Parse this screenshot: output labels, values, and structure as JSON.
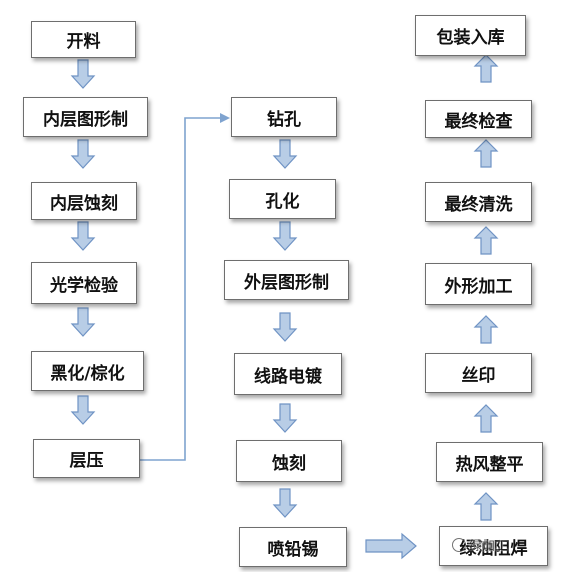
{
  "diagram": {
    "column1": [
      "开料",
      "内层图形制",
      "内层蚀刻",
      "光学检验",
      "黑化/棕化",
      "层压"
    ],
    "column2": [
      "钻孔",
      "孔化",
      "外层图形制",
      "线路电镀",
      "蚀刻",
      "喷铅锡"
    ],
    "column3": [
      "包装入库",
      "最终检查",
      "最终清洗",
      "外形加工",
      "丝印",
      "热风整平",
      "绿油阻焊"
    ],
    "colors": {
      "arrow_fill": "#b8cde6",
      "arrow_stroke": "#6f93c4",
      "connector": "#7fa3cf",
      "box_border": "#6e6e6e"
    }
  },
  "watermark": {
    "text": "绿加工"
  }
}
